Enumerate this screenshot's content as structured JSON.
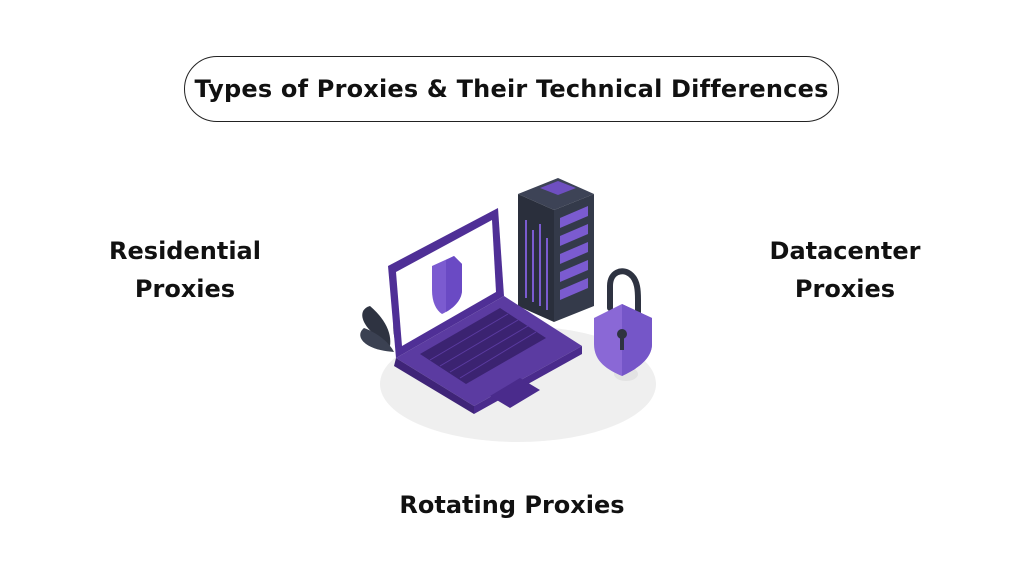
{
  "title": "Types of Proxies & Their Technical Differences",
  "labels": {
    "left": [
      "Residential",
      "Proxies"
    ],
    "right": [
      "Datacenter",
      "Proxies"
    ],
    "bottom": "Rotating Proxies"
  },
  "illustration": {
    "icons": [
      "laptop-icon",
      "server-rack-icon",
      "padlock-icon",
      "shield-icon",
      "plant-icon"
    ]
  },
  "colors": {
    "accent": "#5b3ba1",
    "accent_light": "#8a68d6",
    "dark": "#2e3341",
    "shadow": "#ececec",
    "text": "#111111"
  }
}
